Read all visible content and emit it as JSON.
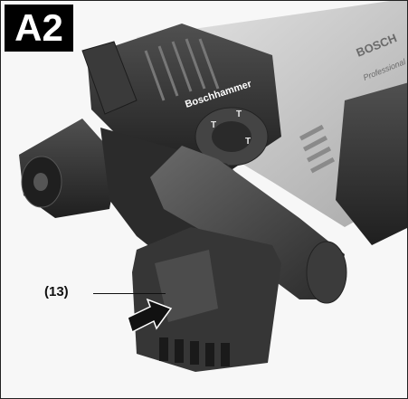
{
  "figure": {
    "label": "A2",
    "callout": "(13)",
    "product_text": {
      "side_label": "Boschhammer",
      "brand": "BOSCH",
      "line": "Professional"
    },
    "mode_symbols": [
      "T",
      "T",
      "T"
    ],
    "colors": {
      "body_dark": "#2d2d2d",
      "body_mid": "#5a5a5a",
      "housing_light": "#cfcfcf",
      "arrow": "#111111"
    }
  }
}
